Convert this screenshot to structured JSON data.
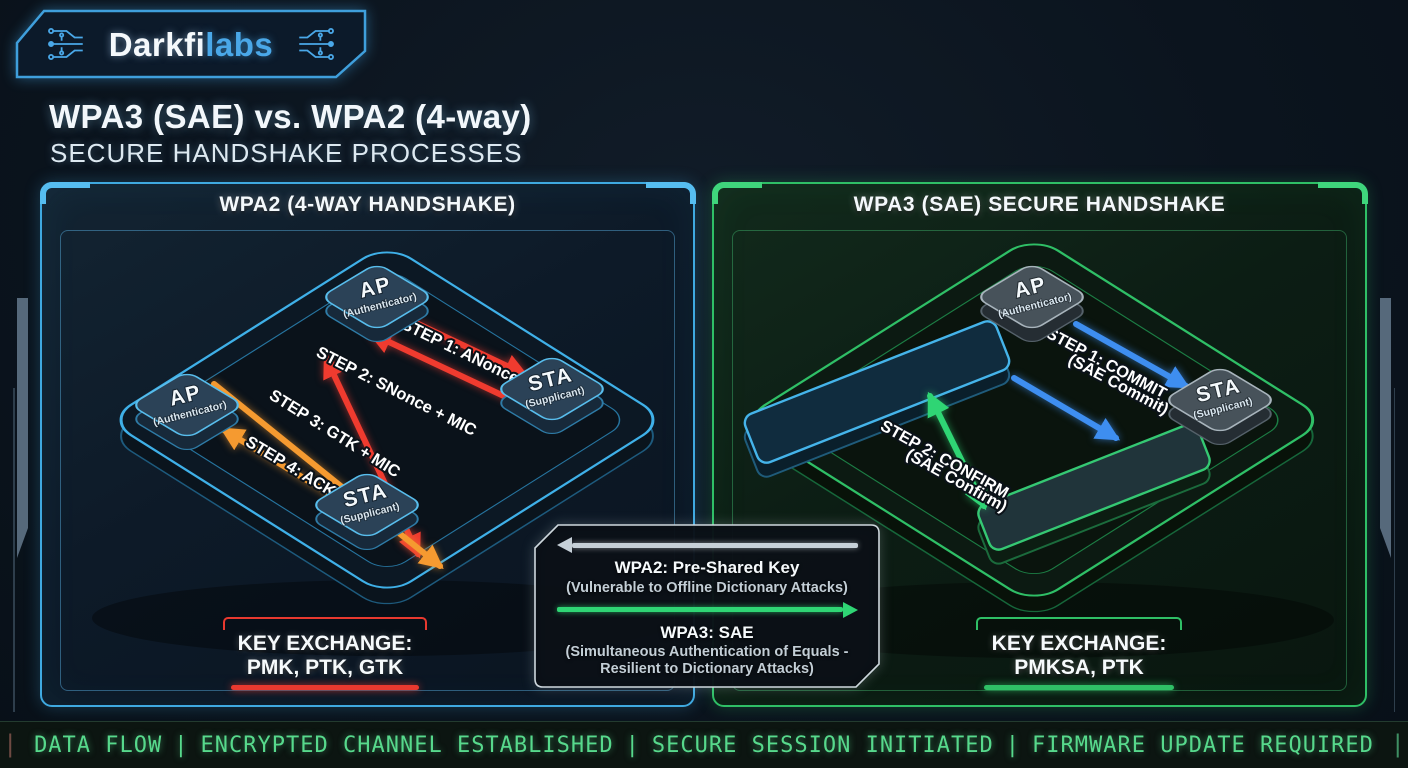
{
  "colors": {
    "panel_blue": "#3fa9e0",
    "panel_green": "#2fbf66",
    "arrow_red": "#ef3b2f",
    "arrow_orange": "#f59a30",
    "arrow_blue": "#3e8ef0",
    "arrow_green": "#2fd574",
    "compare_gray": "#c6d0d8",
    "status_green": "#57d98c"
  },
  "logo": {
    "brand_primary": "Darkfi",
    "brand_secondary": "labs"
  },
  "header": {
    "title": "WPA3 (SAE) vs. WPA2 (4-way)",
    "subtitle": "SECURE HANDSHAKE PROCESSES"
  },
  "panels": {
    "wpa2": {
      "title": "WPA2 (4-WAY HANDSHAKE)",
      "nodes": {
        "ap_top": {
          "label": "AP",
          "sub": "(Authenticator)"
        },
        "sta_right": {
          "label": "STA",
          "sub": "(Supplicant)"
        },
        "ap_left": {
          "label": "AP",
          "sub": "(Authenticator)"
        },
        "sta_bottom": {
          "label": "STA",
          "sub": "(Supplicant)"
        }
      },
      "steps": [
        {
          "label": "STEP 1: ANonce",
          "color": "#ef3b2f"
        },
        {
          "label": "STEP 2: SNonce + MIC",
          "color": "#ef3b2f"
        },
        {
          "label": "STEP 3: GTK + MIC",
          "color": "#f59a30"
        },
        {
          "label": "STEP 4: ACK",
          "color": "#f59a30"
        }
      ],
      "key_exchange": {
        "line1": "KEY EXCHANGE:",
        "line2": "PMK, PTK, GTK"
      }
    },
    "wpa3": {
      "title": "WPA3 (SAE) SECURE HANDSHAKE",
      "nodes": {
        "ap": {
          "label": "AP",
          "sub": "(Authenticator)"
        },
        "sta": {
          "label": "STA",
          "sub": "(Supplicant)"
        }
      },
      "steps": [
        {
          "label": "STEP 1: COMMIT",
          "sublabel": "(SAE Commit)",
          "color": "#3e8ef0"
        },
        {
          "label": "STEP 2: CONFIRM",
          "sublabel": "(SAE Confirm)",
          "color": "#2fd574"
        }
      ],
      "key_exchange": {
        "line1": "KEY EXCHANGE:",
        "line2": "PMKSA, PTK"
      }
    }
  },
  "comparison": {
    "wpa2_title": "WPA2: Pre-Shared Key",
    "wpa2_note": "(Vulnerable to Offline Dictionary Attacks)",
    "wpa3_title": "WPA3: SAE",
    "wpa3_note_line1": "(Simultaneous Authentication of Equals -",
    "wpa3_note_line2": "Resilient to Dictionary Attacks)"
  },
  "status_bar": {
    "separator": "|",
    "edge_tick": "|",
    "items": [
      "DATA FLOW",
      "ENCRYPTED CHANNEL ESTABLISHED",
      "SECURE SESSION INITIATED",
      "FIRMWARE UPDATE REQUIRED"
    ]
  }
}
